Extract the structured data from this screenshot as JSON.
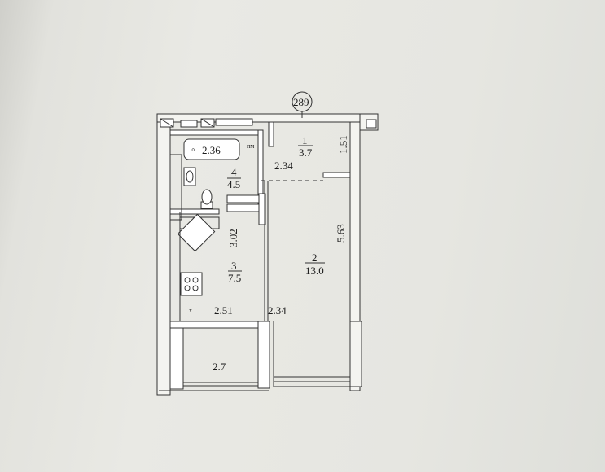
{
  "plan": {
    "building_number": "289",
    "bath_dimension": "2.36",
    "bath_prefix": "◦",
    "laundry_marker": "пм",
    "stove_marker": "x",
    "rooms": [
      {
        "number": "1",
        "area": "3.7"
      },
      {
        "number": "2",
        "area": "13.0"
      },
      {
        "number": "3",
        "area": "7.5"
      },
      {
        "number": "4",
        "area": "4.5"
      }
    ],
    "balcony_area": "2.7",
    "dimensions": {
      "hall_width": "2.34",
      "hall_depth": "1.51",
      "room_length": "5.63",
      "room_width": "2.34",
      "kitchen_length": "3.02",
      "kitchen_width": "2.51"
    }
  }
}
